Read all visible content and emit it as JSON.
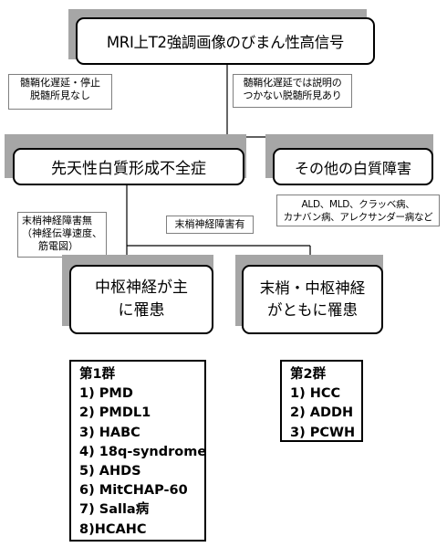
{
  "nodes": {
    "root": "MRI上T2強調画像のびまん性高信号",
    "congenital": "先天性白質形成不全症",
    "other": "その他の白質障害",
    "central": [
      "中枢神経が主",
      "に罹患"
    ],
    "peripheral": [
      "末梢・中枢神経",
      "がともに罹患"
    ]
  },
  "notes": {
    "delay_left": [
      "髄鞘化遅延・停止",
      "脱髄所見なし"
    ],
    "delay_right": [
      "髄鞘化遅延では説明の",
      "つかない脱髄所見あり"
    ],
    "other_examples": [
      "ALD、MLD、クラッベ病、",
      "カナバン病、アレクサンダー病など"
    ],
    "no_peripheral": [
      "末梢神経障害無",
      "（神経伝導速度、",
      "筋電図）"
    ],
    "has_peripheral": "末梢神経障害有"
  },
  "group1": {
    "title": "第1群",
    "items": [
      "1) PMD",
      "2) PMDL1",
      "3) HABC",
      "4) 18q-syndrome",
      "5) AHDS",
      "6) MitCHAP-60",
      "7) Salla病",
      "8)HCAHC"
    ]
  },
  "group2": {
    "title": "第2群",
    "items": [
      "1) HCC",
      "2) ADDH",
      "3) PCWH"
    ]
  }
}
